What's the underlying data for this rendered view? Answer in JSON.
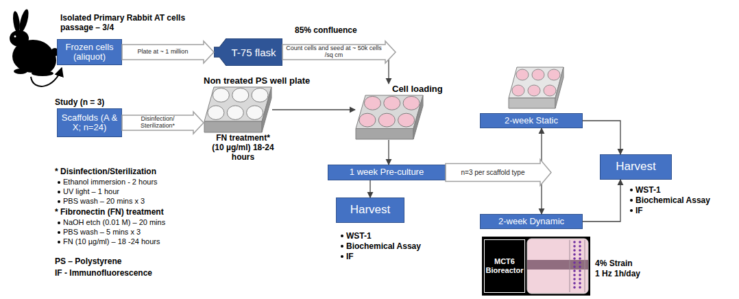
{
  "diagram": {
    "nodes": [
      {
        "text": [
          "Frozen cells (aliquot)"
        ]
      },
      {
        "text": [
          "T-75 flask"
        ]
      },
      {
        "text": [
          "Scaffolds (A & X; n=24)"
        ]
      },
      {
        "text": [
          "Non treated PS well plate",
          "FN treatment* (10 µg/ml) 18-24 hours"
        ]
      },
      {
        "text": [
          "Cell loading"
        ]
      },
      {
        "text": [
          "1 week Pre-culture"
        ]
      },
      {
        "text": [
          "Harvest"
        ]
      },
      {
        "text": [
          "2-week Static"
        ]
      },
      {
        "text": [
          "2-week Dynamic"
        ]
      },
      {
        "text": [
          "MCT6 Bioreactor"
        ]
      },
      {
        "text": [
          "Harvest"
        ]
      }
    ],
    "edges": [
      {
        "from": 0,
        "to": 1,
        "arrow": "to",
        "label": "Plate at ~ 1 million"
      },
      {
        "from": 1,
        "to": 4,
        "arrow": "to",
        "label": "Count cells and seed at ~ 50k cells /sq cm"
      },
      {
        "from": 2,
        "to": 3,
        "arrow": "to",
        "label": "Disinfection/ Sterilization*"
      },
      {
        "from": 3,
        "to": 4,
        "arrow": "to"
      },
      {
        "from": 4,
        "to": 5,
        "arrow": "to"
      },
      {
        "from": 5,
        "to": 6,
        "arrow": "to"
      },
      {
        "from": 5,
        "to": 7,
        "arrow": "to",
        "label": "n=3 per scaffold type"
      },
      {
        "from": 5,
        "to": 8,
        "arrow": "to"
      },
      {
        "from": 7,
        "to": 10,
        "arrow": "to"
      },
      {
        "from": 8,
        "to": 10,
        "arrow": "to"
      }
    ],
    "labels": [
      "Isolated Primary Rabbit AT cells passage – 3/4",
      "85% confluence",
      "Study (n = 3)",
      "* Disinfection/Sterilization",
      "Ethanol immersion - 2 hours",
      "UV light – 1 hour",
      "PBS wash – 20 mins x 3",
      "* Fibronectin (FN) treatment",
      "NaOH etch (0.01 M) – 20 mins",
      "PBS wash – 5 mins x 3",
      "FN (10 µg/ml) – 18 -24 hours",
      "PS – Polystyrene",
      "IF - Immunofluorescence",
      "WST-1",
      "Biochemical Assay",
      "IF",
      "WST-1",
      "Biochemical Assay",
      "IF",
      "4% Strain",
      "1 Hz 1h/day"
    ]
  }
}
